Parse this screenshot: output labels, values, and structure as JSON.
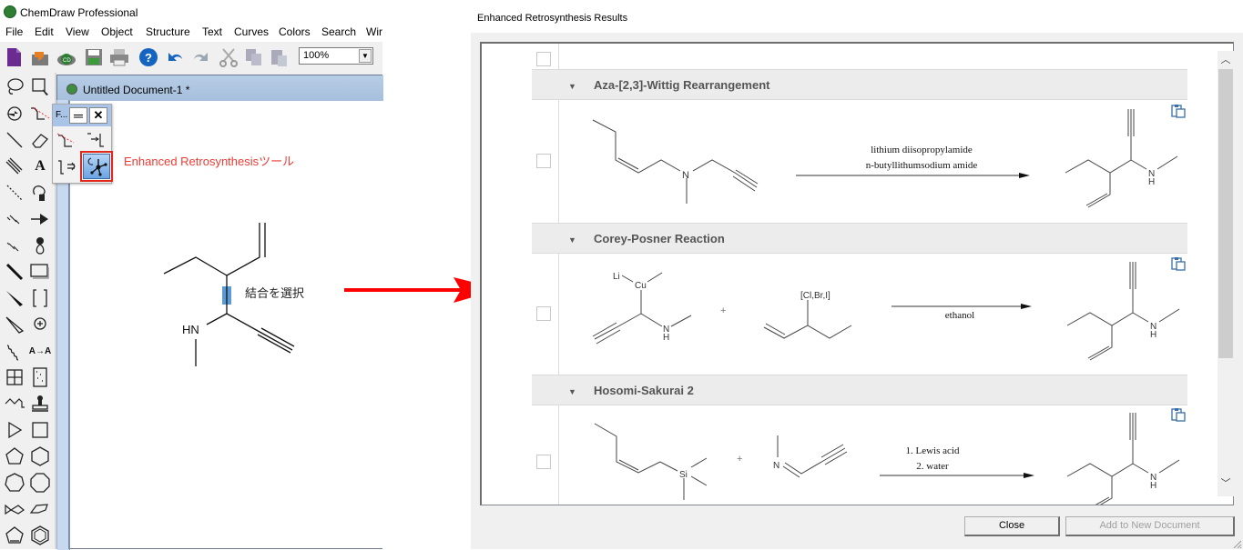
{
  "app": {
    "title": "ChemDraw Professional",
    "menu": [
      "File",
      "Edit",
      "View",
      "Object",
      "Structure",
      "Text",
      "Curves",
      "Colors",
      "Search",
      "Wir"
    ],
    "toolbar": {
      "icons": [
        "new-document-icon",
        "open-icon",
        "cloud-open-icon",
        "save-icon",
        "print-icon",
        "help-icon",
        "undo-icon",
        "redo-icon",
        "cut-icon",
        "copy-icon",
        "paste-icon"
      ],
      "zoom_value": "100%"
    },
    "document": {
      "tab_title": "Untitled Document-1 *"
    },
    "float_palette": {
      "title": "F...",
      "minimize": "═",
      "close": "✕"
    },
    "annotations": {
      "tool_label": "Enhanced Retrosynthesisツール",
      "bond_label": "結合を選択"
    },
    "molecule_labels": {
      "hn": "HN"
    }
  },
  "dialog": {
    "title": "Enhanced Retrosynthesis Results",
    "sections": [
      {
        "name": "Aza-[2,3]-Wittig Rearrangement",
        "reagents": [
          "lithium diisopropylamide",
          "n-butyllithumsodium amide"
        ],
        "reactant_labels": [
          "N"
        ],
        "product_labels": [
          "N",
          "H"
        ]
      },
      {
        "name": "Corey-Posner Reaction",
        "reagents": [
          "ethanol"
        ],
        "reactant_labels": [
          "Li",
          "Cu",
          "N",
          "H",
          "[Cl,Br,I]"
        ],
        "plus": "+",
        "product_labels": [
          "N",
          "H"
        ]
      },
      {
        "name": "Hosomi-Sakurai 2",
        "reagents": [
          "1. Lewis acid",
          "2. water"
        ],
        "reactant_labels": [
          "Si",
          "N"
        ],
        "plus": "+",
        "product_labels": [
          "N",
          "H"
        ]
      }
    ],
    "buttons": {
      "close": "Close",
      "add_to_new_document": "Add to New Document"
    },
    "scroll": {
      "up": "^",
      "down": "v"
    }
  },
  "colors": {
    "annotation_red": "#ef3b32",
    "arrow_red": "#ff0000",
    "selection_blue": "#5b9bd5",
    "header_gray": "#ececec"
  }
}
